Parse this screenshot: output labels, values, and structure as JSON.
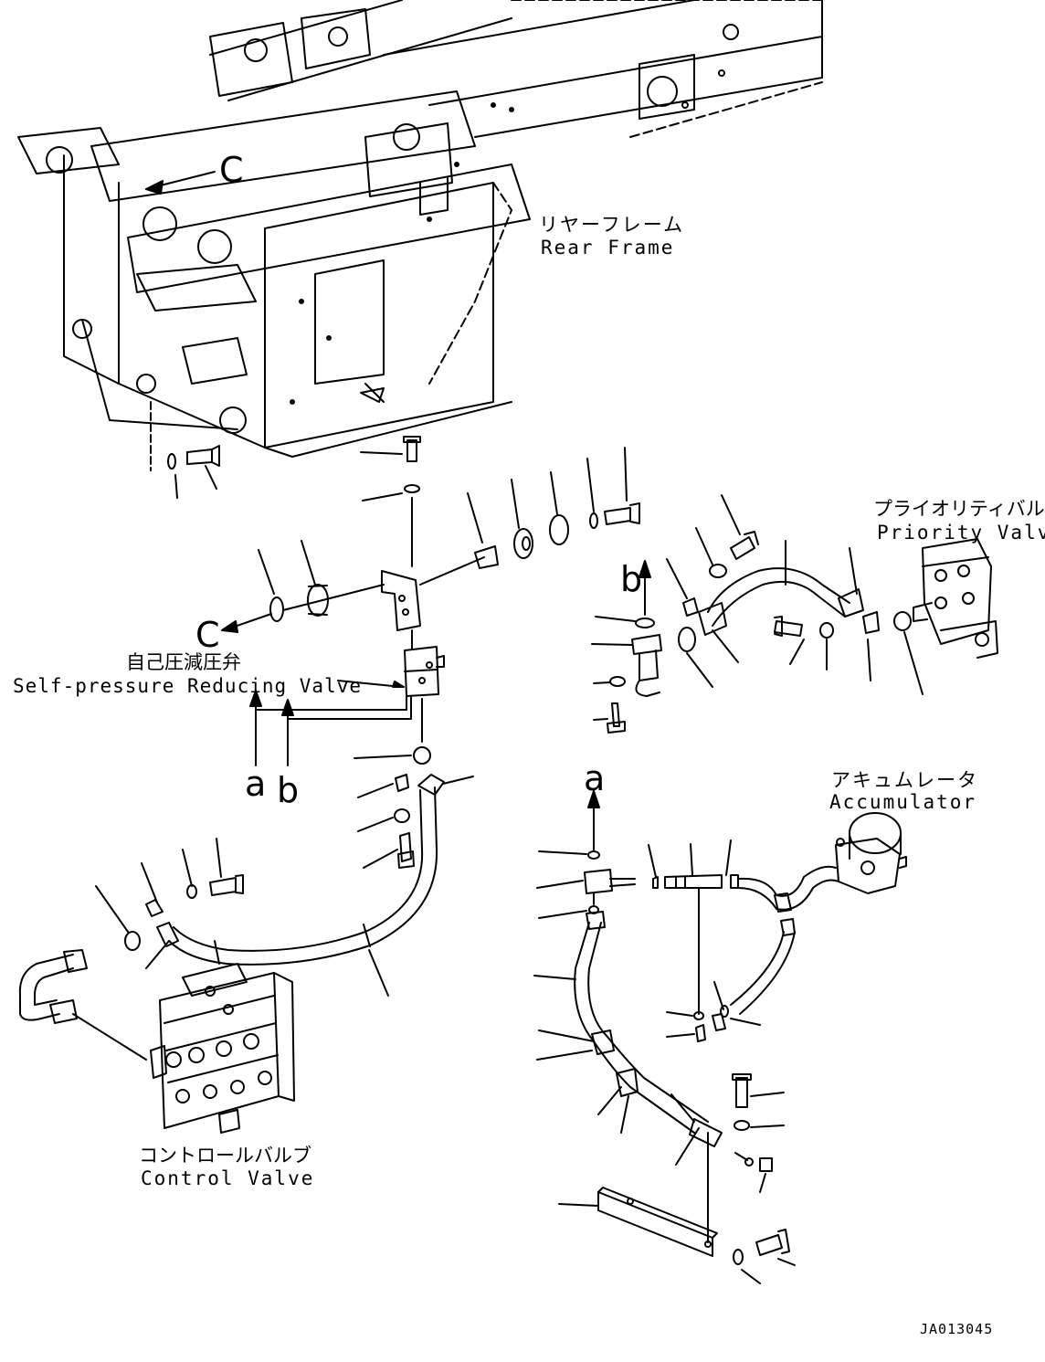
{
  "labels": {
    "rear_frame_jp": "リヤーフレーム",
    "rear_frame_en": "Rear Frame",
    "priority_valve_jp": "プライオリティバルブ",
    "priority_valve_en": "Priority Valve",
    "self_pressure_jp": "自己圧減圧弁",
    "self_pressure_en": "Self-pressure Reducing Valve",
    "accumulator_jp": "アキュムレータ",
    "accumulator_en": "Accumulator",
    "control_valve_jp": "コントロールバルブ",
    "control_valve_en": "Control Valve"
  },
  "callouts": {
    "c_top": "C",
    "c_mid": "C",
    "a_left": "a",
    "b_left": "b",
    "a_right": "a",
    "b_right": "b"
  },
  "drawing_number": "JA013045",
  "colors": {
    "line": "#000000",
    "background": "#ffffff"
  }
}
